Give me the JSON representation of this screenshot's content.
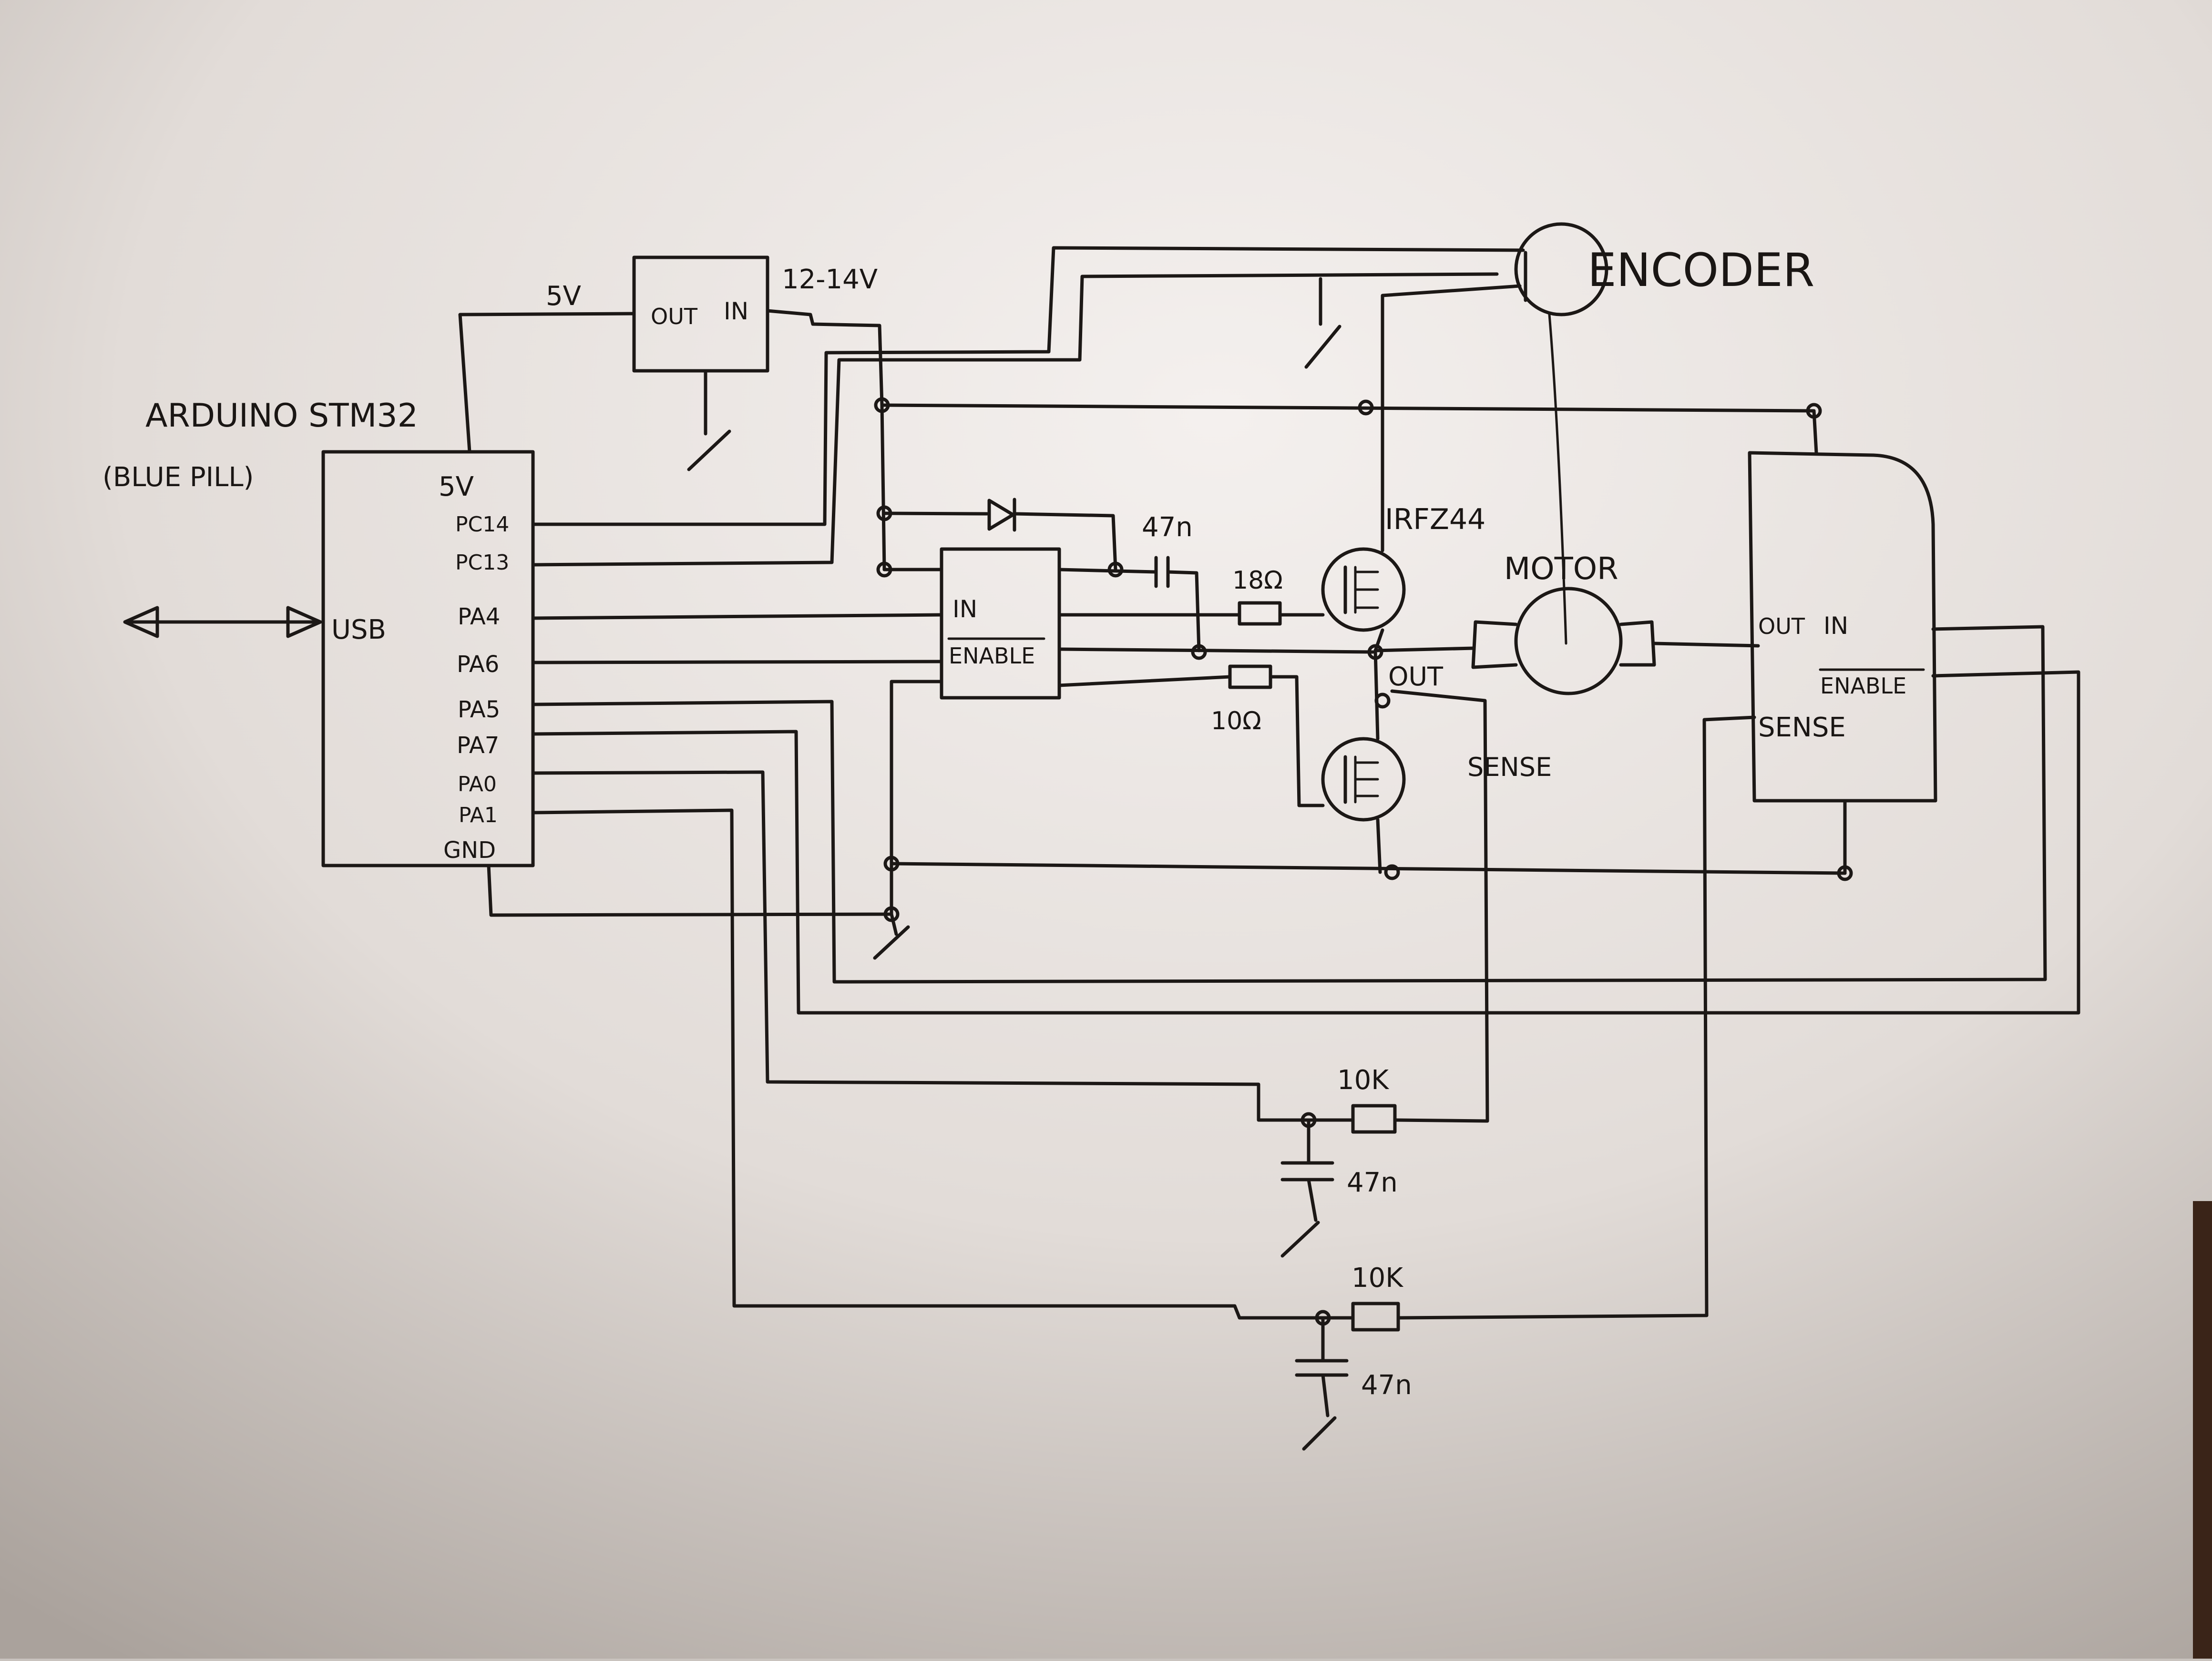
{
  "diagram": {
    "mcu": {
      "title": "ARDUINO STM32",
      "subtitle": "(BLUE PILL)",
      "pins": {
        "v5": "5V",
        "pc14": "PC14",
        "pc13": "PC13",
        "pa4": "PA4",
        "pa6": "PA6",
        "pa5": "PA5",
        "pa7": "PA7",
        "pa0": "PA0",
        "pa1": "PA1",
        "gnd": "GND",
        "usb": "USB"
      }
    },
    "regulator": {
      "out": "OUT",
      "in": "IN",
      "out_voltage": "5V",
      "in_voltage": "12-14V"
    },
    "encoder": {
      "label": "ENCODER"
    },
    "driver": {
      "in": "IN",
      "enable": "ENABLE"
    },
    "high_side": {
      "cap": "47n",
      "gate_resistor": "18Ω",
      "lower_resistor": "10Ω",
      "mosfet": "IRFZ44",
      "out": "OUT",
      "sense": "SENSE"
    },
    "motor": {
      "label": "MOTOR"
    },
    "right_driver": {
      "out": "OUT",
      "in": "IN",
      "enable": "ENABLE",
      "sense": "SENSE"
    },
    "filter1": {
      "resistor": "10K",
      "cap": "47n"
    },
    "filter2": {
      "resistor": "10K",
      "cap": "47n"
    }
  }
}
